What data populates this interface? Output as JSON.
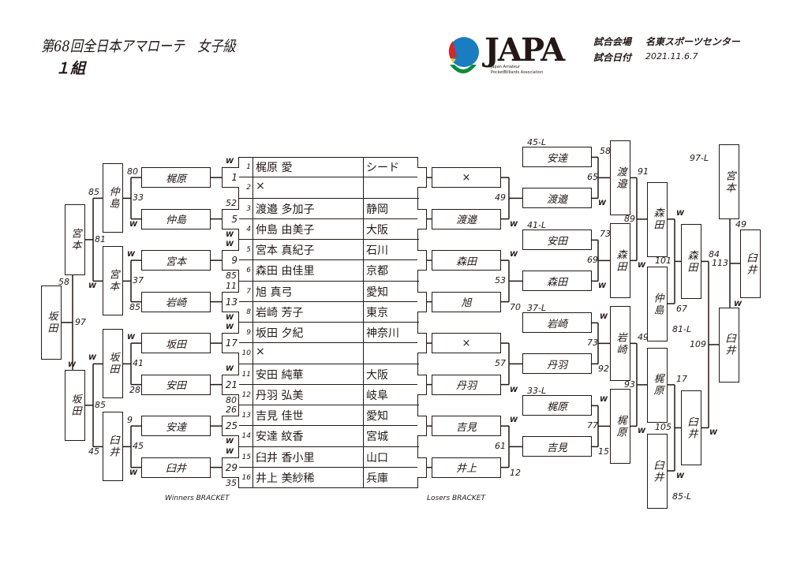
{
  "header": {
    "title": "第68回全日本アマローテ　女子級",
    "group": "１組",
    "venue_label": "試合会場",
    "venue": "名東スポーツセンター",
    "date_label": "試合日付",
    "date": "2021.11.6.7",
    "logo": {
      "text": "JAPA",
      "sub1": "Japan Amateur",
      "sub2": "PocketBilliards Association",
      "colors": [
        "#1a7cc1",
        "#d7262c",
        "#f2d31b",
        "#0b8a3a"
      ]
    }
  },
  "players": [
    {
      "no": "1",
      "name": "梶原 愛",
      "pref": "シード"
    },
    {
      "no": "2",
      "name": "×",
      "pref": ""
    },
    {
      "no": "3",
      "name": "渡邉 多加子",
      "pref": "静岡"
    },
    {
      "no": "4",
      "name": "仲島 由美子",
      "pref": "大阪"
    },
    {
      "no": "5",
      "name": "宮本 真紀子",
      "pref": "石川"
    },
    {
      "no": "6",
      "name": "森田 由佳里",
      "pref": "京都"
    },
    {
      "no": "7",
      "name": "旭 真弓",
      "pref": "愛知"
    },
    {
      "no": "8",
      "name": "岩崎 芳子",
      "pref": "東京"
    },
    {
      "no": "9",
      "name": "坂田 夕紀",
      "pref": "神奈川"
    },
    {
      "no": "10",
      "name": "×",
      "pref": ""
    },
    {
      "no": "11",
      "name": "安田 純華",
      "pref": "大阪"
    },
    {
      "no": "12",
      "name": "丹羽 弘美",
      "pref": "岐阜"
    },
    {
      "no": "13",
      "name": "吉見 佳世",
      "pref": "愛知"
    },
    {
      "no": "14",
      "name": "安達 紋香",
      "pref": "宮城"
    },
    {
      "no": "15",
      "name": "臼井 香小里",
      "pref": "山口"
    },
    {
      "no": "16",
      "name": "井上 美紗稀",
      "pref": "兵庫"
    }
  ],
  "winners": {
    "label": "Winners BRACKET",
    "matches": [
      {
        "no": "1",
        "top": "W",
        "bottom": ""
      },
      {
        "no": "5",
        "top": "52",
        "bottom": "W"
      },
      {
        "no": "9",
        "top": "W",
        "bottom": "85"
      },
      {
        "no": "13",
        "top": "11",
        "bottom": "W"
      },
      {
        "no": "17",
        "top": "W",
        "bottom": ""
      },
      {
        "no": "21",
        "top": "W",
        "bottom": "80"
      },
      {
        "no": "25",
        "top": "26",
        "bottom": "W"
      },
      {
        "no": "29",
        "top": "W",
        "bottom": "35"
      }
    ],
    "round1": [
      "梶原",
      "仲島",
      "宮本",
      "岩崎",
      "坂田",
      "安田",
      "安達",
      "臼井"
    ],
    "round2": [
      {
        "name": "仲島",
        "top": "80",
        "mid": "33",
        "bottom": "W"
      },
      {
        "name": "宮本",
        "top": "W",
        "mid": "37",
        "bottom": "85"
      },
      {
        "name": "坂田",
        "top": "W",
        "mid": "41",
        "bottom": "28"
      },
      {
        "name": "臼井",
        "top": "9",
        "mid": "45",
        "bottom": "W"
      }
    ],
    "round3": [
      {
        "name": "宮本",
        "top": "85",
        "mid": "81",
        "bottom": "W"
      },
      {
        "name": "坂田",
        "top": "W",
        "mid": "85",
        "bottom": "45"
      }
    ],
    "round4": {
      "name": "坂田",
      "top": "58",
      "mid": "97",
      "bottom": "W"
    }
  },
  "losers": {
    "label": "Losers BRACKET",
    "round1": [
      "×",
      "渡邉",
      "森田",
      "旭",
      "×",
      "丹羽",
      "吉見",
      "井上"
    ],
    "round1_brackets": [
      {
        "top": "",
        "mid": "49",
        "bottom": "W"
      },
      {
        "top": "W",
        "mid": "53",
        "bottom": "70"
      },
      {
        "top": "",
        "mid": "57",
        "bottom": "W"
      },
      {
        "top": "W",
        "mid": "61",
        "bottom": "12"
      }
    ],
    "round2": [
      {
        "drop": "45-L",
        "drop_name": "安達",
        "name": "渡邉",
        "top": "58",
        "mid": "65",
        "bottom": "W"
      },
      {
        "drop": "41-L",
        "drop_name": "安田",
        "name": "森田",
        "top": "73",
        "mid": "69",
        "bottom": "W"
      },
      {
        "drop": "37-L",
        "drop_name": "岩崎",
        "name": "丹羽",
        "top": "W",
        "mid": "73",
        "bottom": "92"
      },
      {
        "drop": "33-L",
        "drop_name": "梶原",
        "name": "吉見",
        "top": "W",
        "mid": "77",
        "bottom": "15"
      }
    ],
    "round3": [
      "渡邉",
      "森田",
      "岩崎",
      "梶原"
    ],
    "round3_brackets": [
      {
        "top": "91",
        "mid": "89",
        "bottom": "W"
      },
      {
        "top": "49",
        "mid": "93",
        "bottom": "W"
      }
    ],
    "round4": [
      {
        "name": "森田",
        "drop": ""
      },
      {
        "name": "仲島",
        "drop": "81-L"
      },
      {
        "name": "梶原",
        "drop": ""
      },
      {
        "name": "臼井",
        "drop": "85-L"
      }
    ],
    "round4_brackets": [
      {
        "top": "W",
        "mid": "101",
        "bottom": "67"
      },
      {
        "top": "17",
        "mid": "105",
        "bottom": "W"
      }
    ],
    "round5": [
      "森田",
      "臼井"
    ],
    "round5_bracket": {
      "top": "84",
      "mid": "109",
      "bottom": "W"
    },
    "final": {
      "drop": "97-L",
      "drop_name": "宮本",
      "name": "臼井",
      "top": "49",
      "mid": "113",
      "bottom": "W",
      "champion": "臼井"
    }
  }
}
